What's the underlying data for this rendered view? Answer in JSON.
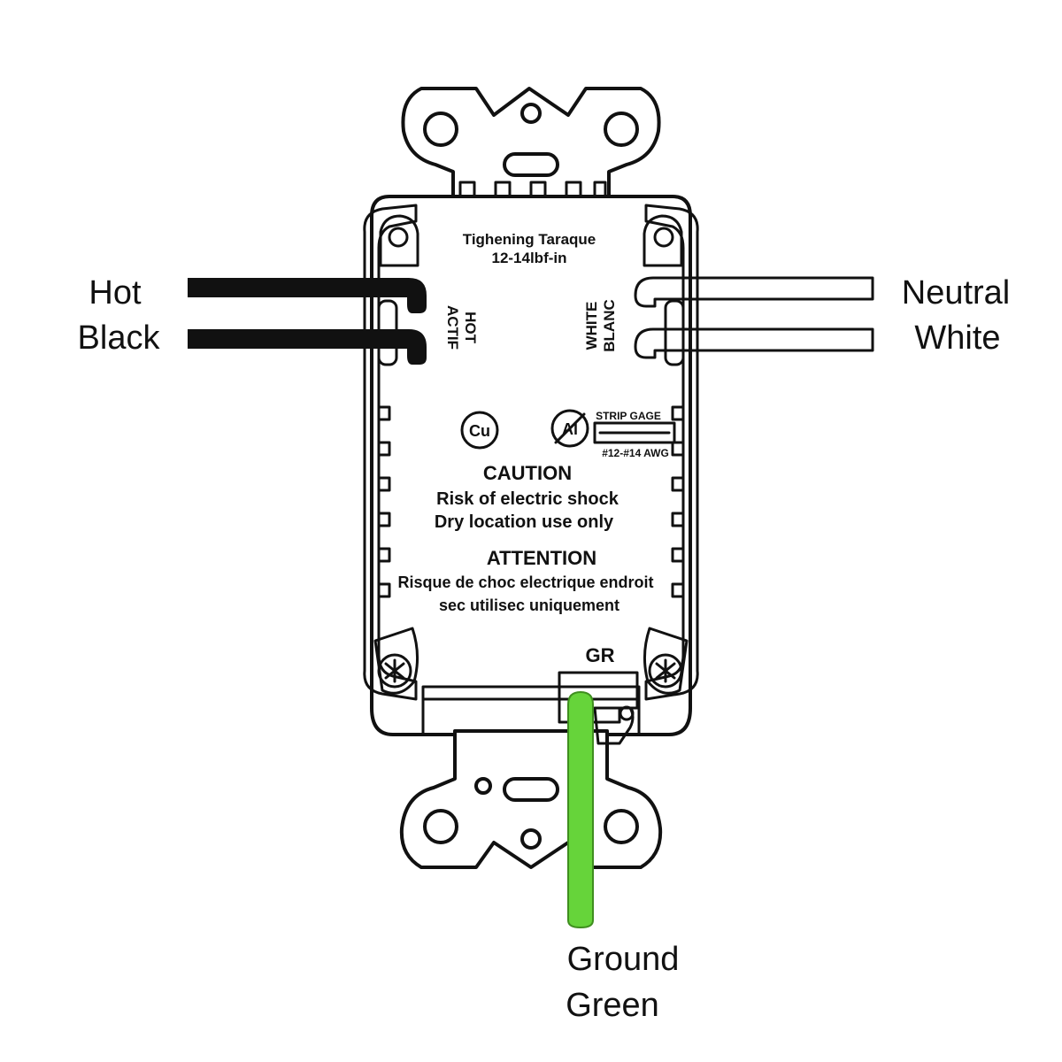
{
  "wires": {
    "hot": {
      "line1": "Hot",
      "line2": "Black",
      "color": "#111111"
    },
    "neutral": {
      "line1": "Neutral",
      "line2": "White",
      "color": "#ffffff"
    },
    "ground": {
      "line1": "Ground",
      "line2": "Green",
      "color": "#66d43a"
    }
  },
  "device": {
    "torque_line1": "Tighening Taraque",
    "torque_line2": "12-14lbf-in",
    "hot_terminal_line1": "HOT",
    "hot_terminal_line2": "ACTIF",
    "white_terminal_line1": "WHITE",
    "white_terminal_line2": "BLANC",
    "cu_symbol": "Cu",
    "al_symbol": "Al",
    "strip_gage": "STRIP GAGE",
    "awg": "#12-#14 AWG",
    "caution_title": "CAUTION",
    "caution_line1": "Risk of electric shock",
    "caution_line2": "Dry location use only",
    "attention_title": "ATTENTION",
    "attention_line1": "Risque de choc electrique endroit",
    "attention_line2": "sec utilisec uniquement",
    "ground_terminal": "GR"
  }
}
